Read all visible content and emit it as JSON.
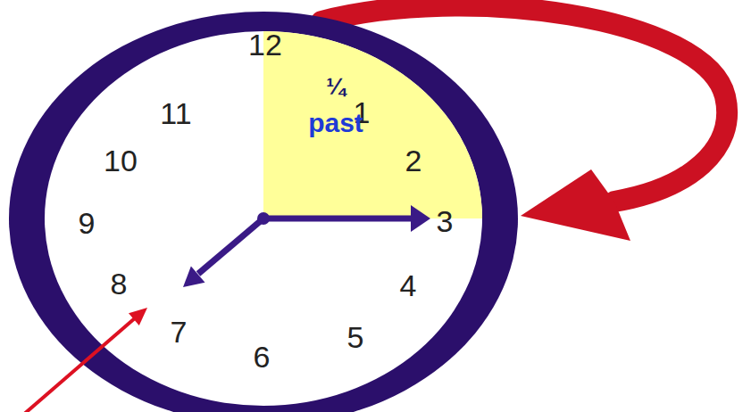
{
  "diagram": {
    "labels": [
      "12",
      "1",
      "2",
      "3",
      "4",
      "5",
      "6",
      "7",
      "8",
      "9",
      "10",
      "11",
      "¼",
      "past"
    ]
  }
}
